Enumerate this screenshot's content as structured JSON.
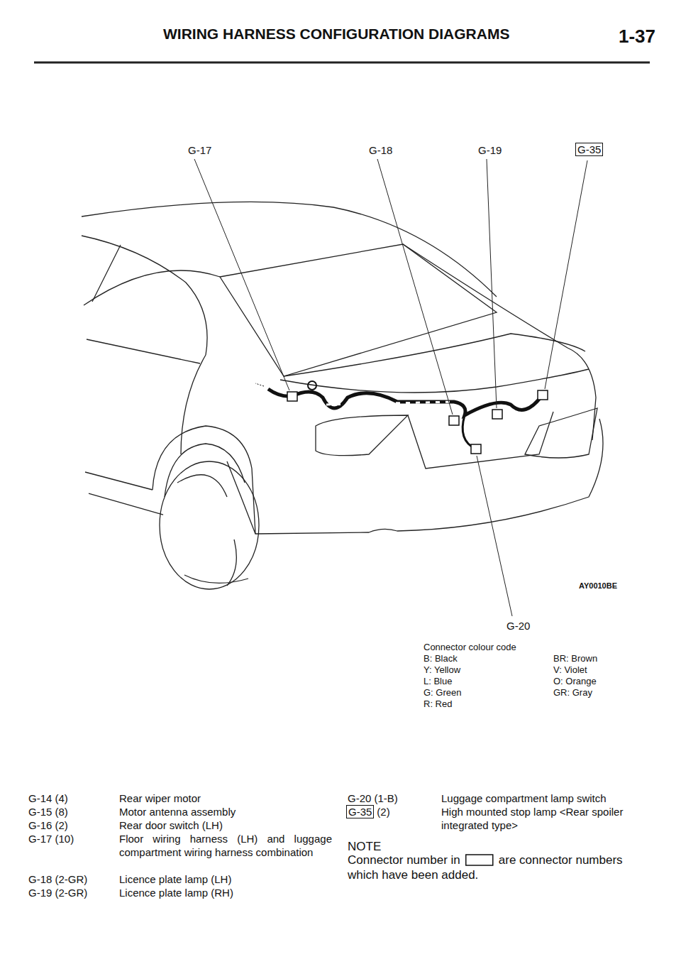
{
  "diagram": {
    "title": "WIRING HARNESS CONFIGURATION DIAGRAMS",
    "nodes": [
      {
        "text": [
          "G-35"
        ]
      },
      {
        "text": [
          "G-35"
        ]
      }
    ],
    "labels": [
      "1-37",
      "G-17",
      "G-18",
      "G-19",
      "AY0010BE",
      "G-20",
      "Connector colour code",
      "B: Black",
      "BR: Brown",
      "Y: Yellow",
      "V: Violet",
      "L: Blue",
      "O: Orange",
      "G: Green",
      "GR: Gray",
      "R: Red",
      "G-14 (4)",
      "Rear wiper motor",
      "G-15 (8)",
      "Motor antenna assembly",
      "G-16 (2)",
      "Rear door switch (LH)",
      "G-17 (10)",
      "Floor wiring harness (LH) and luggage compartment wiring harness combination",
      "G-18 (2-GR)",
      "Licence plate lamp (LH)",
      "G-19 (2-GR)",
      "Licence plate lamp (RH)",
      "G-20 (1-B)",
      "Luggage compartment lamp switch",
      "(2)",
      "High mounted stop lamp <Rear spoiler integrated type>",
      "NOTE",
      "Connector number in",
      "are connector numbers which have been added."
    ]
  }
}
